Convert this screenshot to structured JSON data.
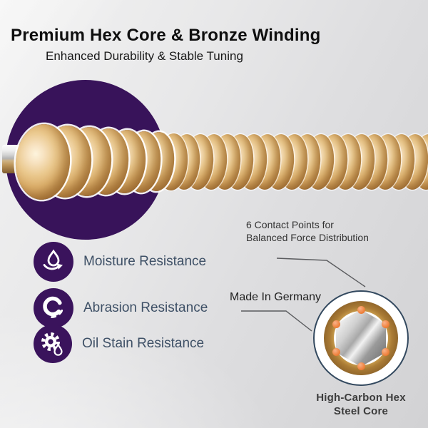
{
  "header": {
    "title": "Premium Hex Core & Bronze Winding",
    "subtitle": "Enhanced Durability & Stable Tuning"
  },
  "features": [
    {
      "label": "Moisture Resistance",
      "icon": "droplet-arrow-icon"
    },
    {
      "label": "Abrasion Resistance",
      "icon": "abrasion-ring-icon"
    },
    {
      "label": "Oil Stain Resistance",
      "icon": "gear-droplet-icon"
    }
  ],
  "diagram": {
    "contact_line1": "6 Contact Points for",
    "contact_line2": "Balanced Force Distribution",
    "made_in": "Made In Germany",
    "core_line1": "High-Carbon Hex",
    "core_line2": "Steel Core",
    "contact_points_count": "6"
  },
  "colors": {
    "deep_purple": "#3a135c",
    "bronze_winding": "#dbae6a",
    "contact_dot_orange": "#ef833f",
    "feature_label_slate": "#3e5066",
    "ring_border_navy": "#33495f",
    "title_black": "#0f0f0f"
  }
}
